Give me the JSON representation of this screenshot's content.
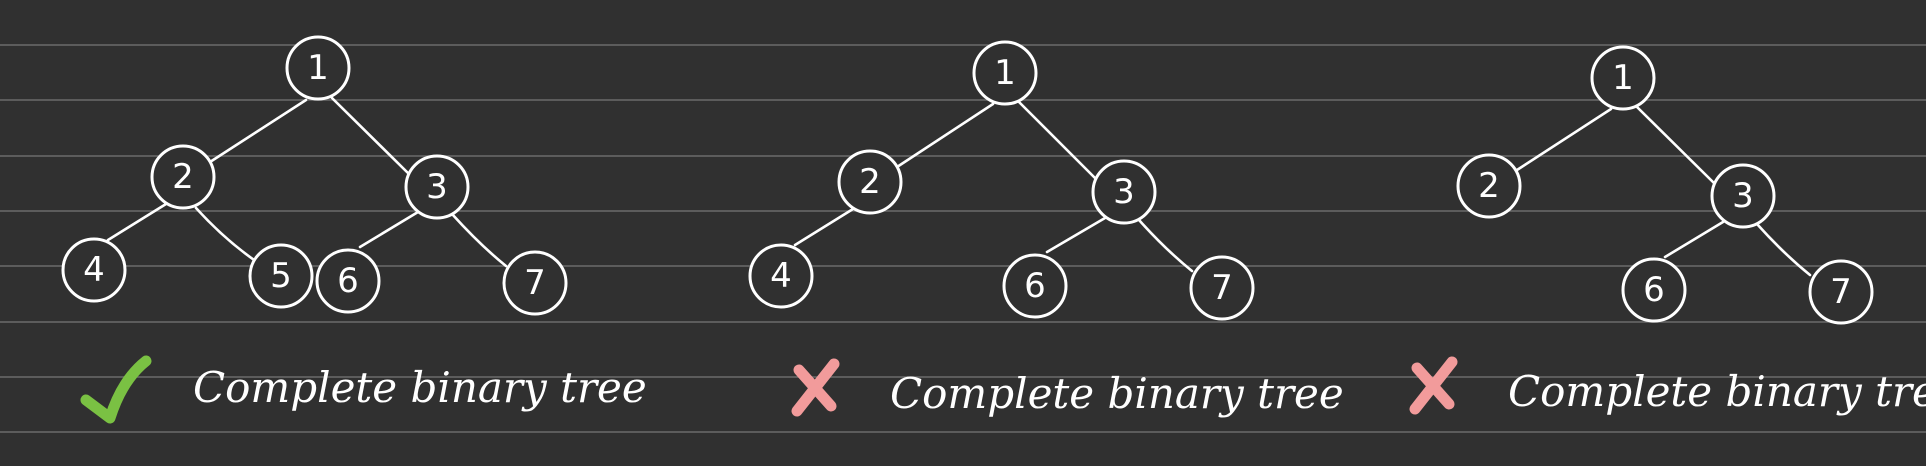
{
  "colors": {
    "background": "#303030",
    "rule_line": "#6a6a6a",
    "ink": "#ffffff",
    "check": "#7ac143",
    "cross": "#f29b9b"
  },
  "trees": [
    {
      "nodes": [
        "1",
        "2",
        "3",
        "4",
        "5",
        "6",
        "7"
      ],
      "edges": [
        [
          "1",
          "2"
        ],
        [
          "1",
          "3"
        ],
        [
          "2",
          "4"
        ],
        [
          "2",
          "5"
        ],
        [
          "3",
          "6"
        ],
        [
          "3",
          "7"
        ]
      ],
      "verdict": "check-icon",
      "caption": "Complete binary tree"
    },
    {
      "nodes": [
        "1",
        "2",
        "3",
        "4",
        "6",
        "7"
      ],
      "edges": [
        [
          "1",
          "2"
        ],
        [
          "1",
          "3"
        ],
        [
          "2",
          "4"
        ],
        [
          "3",
          "6"
        ],
        [
          "3",
          "7"
        ]
      ],
      "verdict": "cross-icon",
      "caption": "Complete binary tree"
    },
    {
      "nodes": [
        "1",
        "2",
        "3",
        "6",
        "7"
      ],
      "edges": [
        [
          "1",
          "2"
        ],
        [
          "1",
          "3"
        ],
        [
          "3",
          "6"
        ],
        [
          "3",
          "7"
        ]
      ],
      "verdict": "cross-icon",
      "caption": "Complete binary tree"
    }
  ]
}
